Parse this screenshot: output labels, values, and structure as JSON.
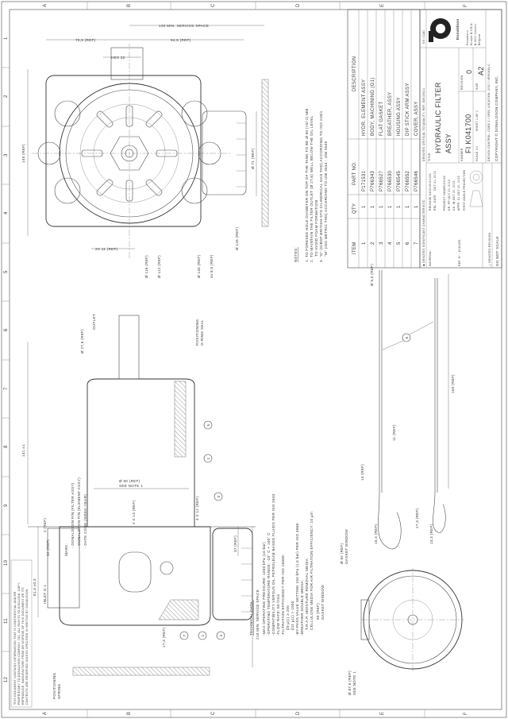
{
  "zones": {
    "letters": [
      "A",
      "B",
      "C",
      "D",
      "E",
      "F"
    ],
    "numbers": [
      "1",
      "2",
      "3",
      "4",
      "5",
      "6",
      "7",
      "8",
      "9",
      "10",
      "11",
      "12"
    ]
  },
  "top_view": {
    "service_space": "130 MIN. SERVICE SPACE",
    "dim_70": "70,5 (REF)",
    "dim_94": "94,5 (REF)",
    "hex": "HEX 32",
    "dim_140": "140 (REF)",
    "dia_71": "Ø 71 (REF)",
    "dim_2x11": "2X 11 (REF)",
    "dia_116": "Ø 116 (REF)",
    "dia_112": "Ø 112 (REF)",
    "dia_130": "Ø 130 (REF)",
    "holes": "4x 8,5 (REF)",
    "dia_126": "Ø 126 (REF)"
  },
  "side_view": {
    "outlet_dia": "Ø 27,6 (REF)",
    "outlet": "OUTLET",
    "oring_1": "POSITIONING",
    "oring_2": "O-RING SEAL",
    "height": "141 ±1",
    "mark": [
      "MARK:",
      "- DONALDSON P/N (FILTER ASSY)",
      "- DONALDSON P/N (ELEMENT ASSY)",
      "- DATE CODE (WEEK-YEAR)"
    ],
    "dia_80": "Ø 80 (REF)",
    "see_note": "SEE NOTE 1",
    "dim_2x14": "2 X 14 (REF)",
    "dim_4x12": "4 X 12 (REF)",
    "dim_2": "2 (REF)",
    "dim_32": "32 (REF)",
    "dim_81": "81,3 ±0,3",
    "inlet": "INLET G 1",
    "dim_17": "17,3 (REF)",
    "dim_37": "37 (REF)",
    "service_space": "210 MIN. SERVICE SPACE",
    "spring_1": "POSITIONING",
    "spring_2": "SPRING",
    "balloons": [
      "1",
      "5",
      "3",
      "7",
      "2",
      "4"
    ]
  },
  "technical_data": {
    "title": "TECHNICAL DATA:",
    "lines": [
      "-MAX OPERATING PRESSURE: 1000 kPa (10 bar)",
      "-OPERATING TEMPERATURE RANGE: -20° C + 100° C",
      "-COMPATIBILITY VERSUS OIL PETROLEUM BASED FLUIDS PER ISO 2943",
      "-FLOW RATE: 60 l/min",
      "-FILTRATION EFFICIENCY PER ISO 16889:",
      "  β9 μ(c) ≥ 200",
      "  β11 μ(c) > 1000",
      "-BY-PASS VALVE SETTING 150 kPa (1,5 bar) PER ISO 3968",
      "-BREATHER DOUBLE MEDIA:",
      "  T.R.A.P. MOISTURE REMOVAL MEDIA",
      "  CELLULOSE MEDIA FOR AIR FILTRATION EFFICIENCY: 10 μm"
    ]
  },
  "notes": {
    "title": "NOTES:",
    "lines": [
      "1. TO FORESEE HOLE DIAMETER ON TOP OF THE TANK TO BE Ø 90 (+0/-2) MM",
      "2. TO MAINTAIN THE FILTER OUTLET (Ø 27,6) WELL BELOW THE OIL LEVEL",
      "    TO AVOID FOAM FORMATION",
      "3. \"G\" (G/BSP BRITISH STD CILINDRICAL GAS THD) ACCORDING TO ISO 228/1",
      "    \"M\" (ISO METRIC THD) ACCORDING TO UNI 4534 - UNI 5545"
    ]
  },
  "dipstick": {
    "dia": "Ø 5,5 (REF)",
    "length": "150 (REF)",
    "dim_11": "11 (REF)",
    "dim_13": "13 (REF)",
    "dim_27": "27,3 (REF)",
    "dim_15": "15,4 (REF)",
    "dim_13_4": "13,4 (REF)",
    "balloon": "6"
  },
  "bottom_view": {
    "dia_92": "Ø 92 (REF)",
    "gasket_window": "GASKET WINDOW",
    "dim_90": "90 (REF)",
    "dia_87": "Ø 87,5 (REF)",
    "see_note": "SEE NOTE 1"
  },
  "parts_list": {
    "headers": [
      "ITEM",
      "QTY",
      "PART NO.",
      "DESCRIPTION"
    ],
    "rows": [
      {
        "item": "1",
        "qty": "1",
        "part_no": "P171531",
        "description": "HYDR. ELEMENT ASSY"
      },
      {
        "item": "2",
        "qty": "1",
        "part_no": "P766343",
        "description": "BODY, MACHINING (G1)"
      },
      {
        "item": "3",
        "qty": "1",
        "part_no": "P766527",
        "description": "FLAT GASKET"
      },
      {
        "item": "4",
        "qty": "1",
        "part_no": "P766530",
        "description": "BREATHER, ASSY"
      },
      {
        "item": "5",
        "qty": "1",
        "part_no": "P766545",
        "description": "HOUSING ASSY"
      },
      {
        "item": "6",
        "qty": "1",
        "part_no": "P766552",
        "description": "DIP STICK ARM ASSY"
      },
      {
        "item": "7",
        "qty": "1",
        "part_no": "P766546",
        "description": "COVER, ASSY"
      }
    ]
  },
  "title_block": {
    "significant": "◆ DENOTES SIGNIFICANT CHARACTERISTIC",
    "critical": "DENOTES CRITICAL TO QUALITY,   REF. DM029311",
    "nx_cad": "NX / CAD",
    "material": "MATERIAL:",
    "release_no_label": "RELEASE NO",
    "release_no": "2016010143",
    "rel_date_label": "REL. DATE",
    "rel_date": "OCT 21, 2015",
    "project_label": "PROJECT NO",
    "project": "ARC21043",
    "dr": "DR.  PP   OCT 20, 2015",
    "ck": "CK.  IB   OCT 20, 2015",
    "appr": "APPR.  CL   OCT 20, 2015",
    "ref": "REF. N° : K041655",
    "projection": "FIRST ANGLE PROJECTION",
    "title_label": "TITLE",
    "title_1": "HYDRAULIC FILTER",
    "title_2": "ASSY",
    "number_label": "NUMBER",
    "number": "FI K041700",
    "revision_label": "REVISION",
    "revision": "0",
    "scale": "SCALE  1/1",
    "sheet": "SHEET  1 OF 1",
    "size_label": "SIZE",
    "size": "A2",
    "do_not_scale": "DO NOT SCALE",
    "revision_note": "△ DENOTES REVISION",
    "copyright": "COPYRIGHT © DONALDSON COMPANY, INC.",
    "drawing_control": "DESIGN CONTROL: CODE 2 / SPEC LOCATION: 2030 / VERSION C",
    "logo_text": "Donaldson",
    "address": [
      "Donaldson",
      "Europe B.V.B.A.",
      "B-3001 Leuven",
      "Belgium"
    ]
  },
  "confidential": [
    "THIS DOCUMENT CONTAINS INFORMATION THAT IS CONFIDENTIAL AND/OR",
    "PROPRIETARY TO DONALDSON COMPANY, INC. ALL RIGHTS TO DISCLOSE, COPY,",
    "REPRODUCE, MANUFACTURE FROM OR DISPOSE OF THIS DOCUMENT OR ITS",
    "CONTENTS ARE RESERVED UNLESS SPECIFIED IN WRITING BY DONALDSON."
  ]
}
